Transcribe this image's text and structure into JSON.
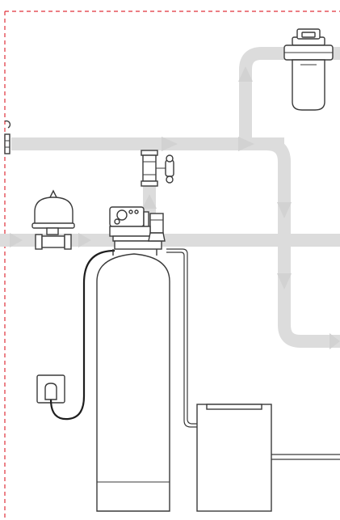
{
  "diagram": {
    "components": [
      {
        "name": "property-boundary",
        "icon": "dashed-boundary-line",
        "color": "#e0303a"
      },
      {
        "name": "mains-inlet",
        "icon": "inlet-fitting-icon"
      },
      {
        "name": "pressure-vessel",
        "icon": "expansion-vessel-icon"
      },
      {
        "name": "bypass-valve",
        "icon": "valve-icon"
      },
      {
        "name": "control-head",
        "icon": "control-valve-icon"
      },
      {
        "name": "resin-tank",
        "icon": "tank-icon"
      },
      {
        "name": "brine-tank",
        "icon": "brine-tank-icon"
      },
      {
        "name": "power-socket",
        "icon": "socket-icon"
      },
      {
        "name": "water-filter",
        "icon": "filter-housing-icon"
      }
    ],
    "flow_color": "#dcdcdc",
    "line_color": "#3a3a3a"
  }
}
